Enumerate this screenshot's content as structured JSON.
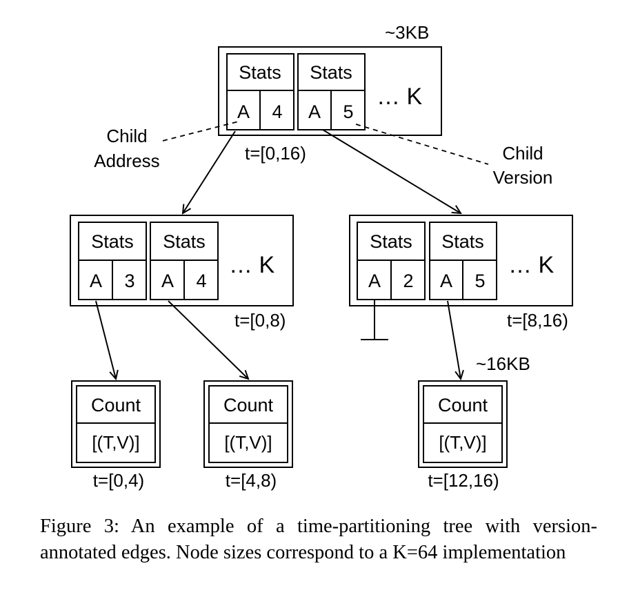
{
  "figure": {
    "root": {
      "size_label": "~3KB",
      "time_label": "t=[0,16)",
      "entries": [
        {
          "header": "Stats",
          "addr": "A",
          "version": "4"
        },
        {
          "header": "Stats",
          "addr": "A",
          "version": "5"
        }
      ],
      "more_label": "… K"
    },
    "annotations": {
      "child_address": [
        "Child",
        "Address"
      ],
      "child_version": [
        "Child",
        "Version"
      ]
    },
    "left_node": {
      "time_label": "t=[0,8)",
      "entries": [
        {
          "header": "Stats",
          "addr": "A",
          "version": "3"
        },
        {
          "header": "Stats",
          "addr": "A",
          "version": "4"
        }
      ],
      "more_label": "… K"
    },
    "right_node": {
      "time_label": "t=[8,16)",
      "entries": [
        {
          "header": "Stats",
          "addr": "A",
          "version": "2"
        },
        {
          "header": "Stats",
          "addr": "A",
          "version": "5"
        }
      ],
      "more_label": "… K"
    },
    "leaves": [
      {
        "header": "Count",
        "body": "[(T,V)]",
        "time_label": "t=[0,4)"
      },
      {
        "header": "Count",
        "body": "[(T,V)]",
        "time_label": "t=[4,8)"
      },
      {
        "header": "Count",
        "body": "[(T,V)]",
        "time_label": "t=[12,16)",
        "size_label": "~16KB"
      }
    ]
  },
  "caption": "Figure 3: An example of a time-partitioning tree with version-annotated edges. Node sizes correspond to a K=64 implementation"
}
